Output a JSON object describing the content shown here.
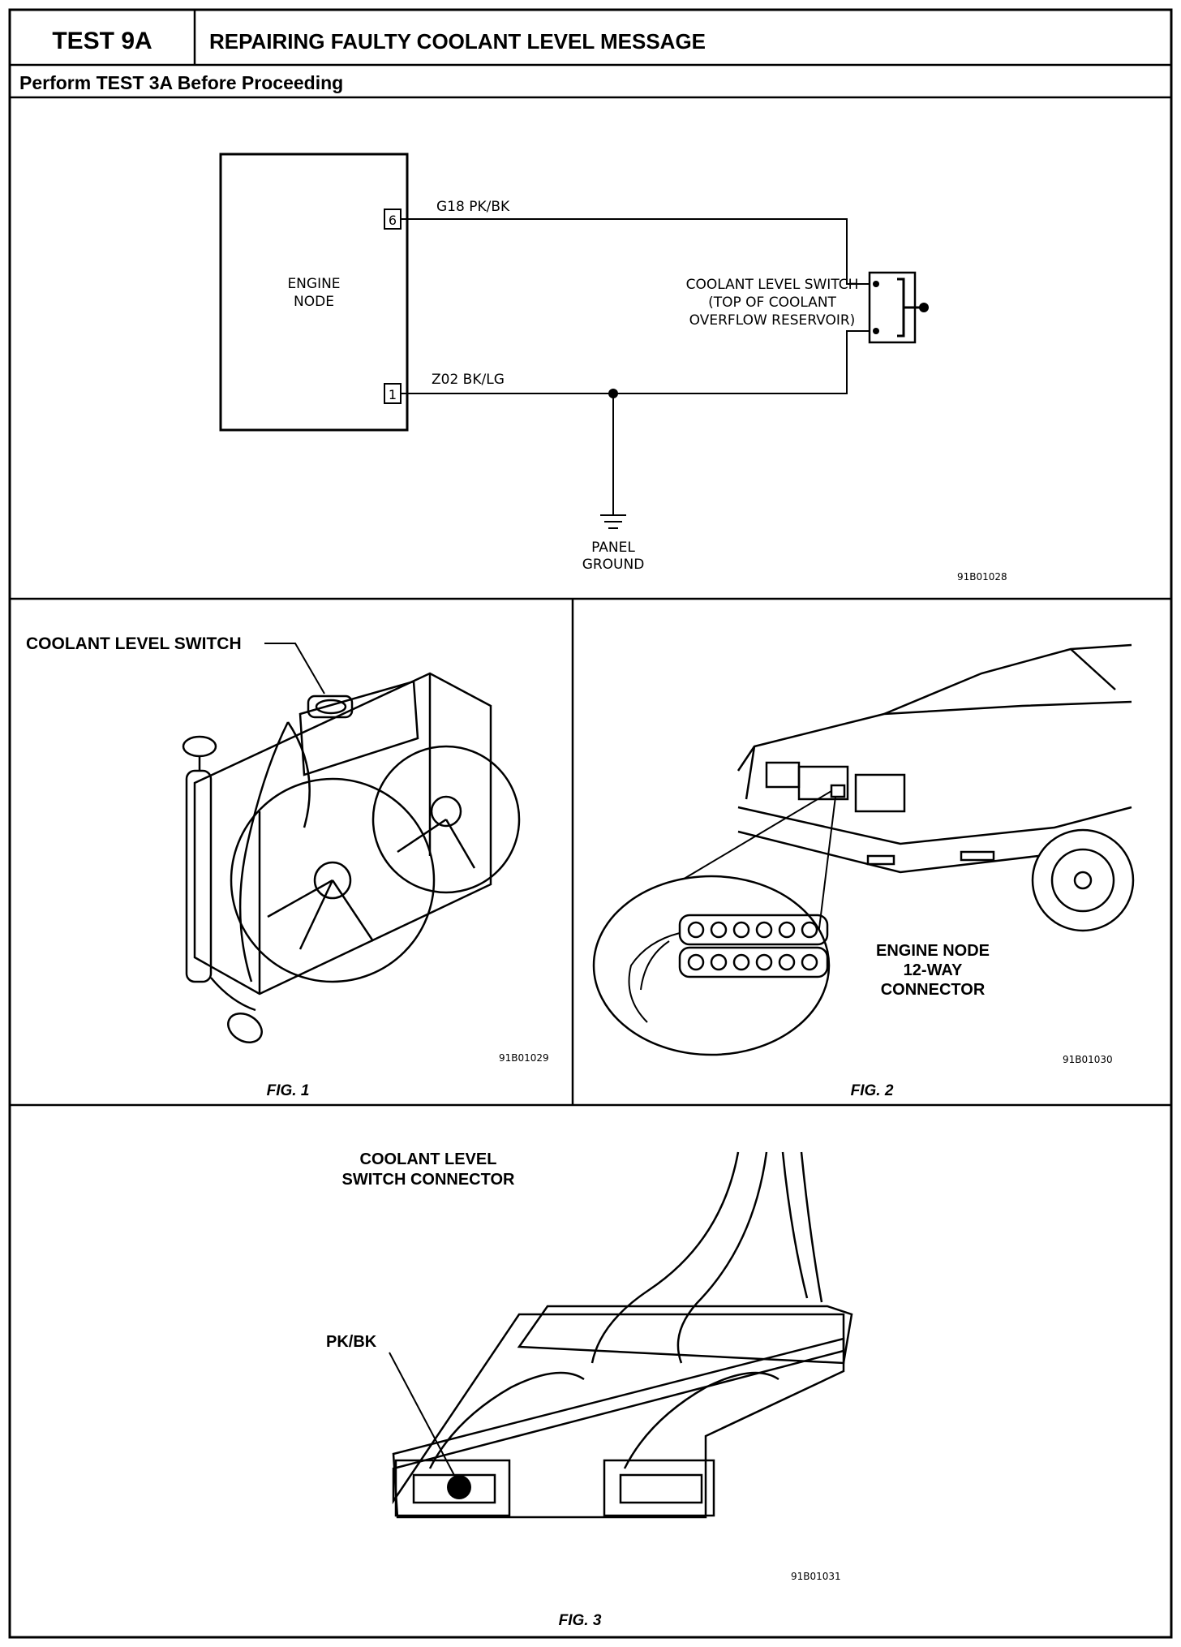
{
  "header": {
    "test_id": "TEST 9A",
    "title": "REPAIRING FAULTY COOLANT LEVEL MESSAGE",
    "prerequisite": "Perform TEST 3A Before Proceeding"
  },
  "schematic": {
    "engine_node_line1": "ENGINE",
    "engine_node_line2": "NODE",
    "pin_top": "6",
    "pin_bottom": "1",
    "wire_top": "G18 PK/BK",
    "wire_bottom": "Z02 BK/LG",
    "switch_line1": "COOLANT LEVEL SWITCH",
    "switch_line2": "(TOP OF COOLANT",
    "switch_line3": "OVERFLOW RESERVOIR)",
    "ground_line1": "PANEL",
    "ground_line2": "GROUND",
    "figure_code": "91B01028"
  },
  "fig1": {
    "callout": "COOLANT LEVEL SWITCH",
    "figure_code": "91B01029",
    "caption": "FIG. 1"
  },
  "fig2": {
    "callout_line1": "ENGINE NODE",
    "callout_line2": "12-WAY",
    "callout_line3": "CONNECTOR",
    "figure_code": "91B01030",
    "caption": "FIG. 2"
  },
  "fig3": {
    "title_line1": "COOLANT LEVEL",
    "title_line2": "SWITCH CONNECTOR",
    "pin_label": "PK/BK",
    "figure_code": "91B01031",
    "caption": "FIG. 3"
  }
}
